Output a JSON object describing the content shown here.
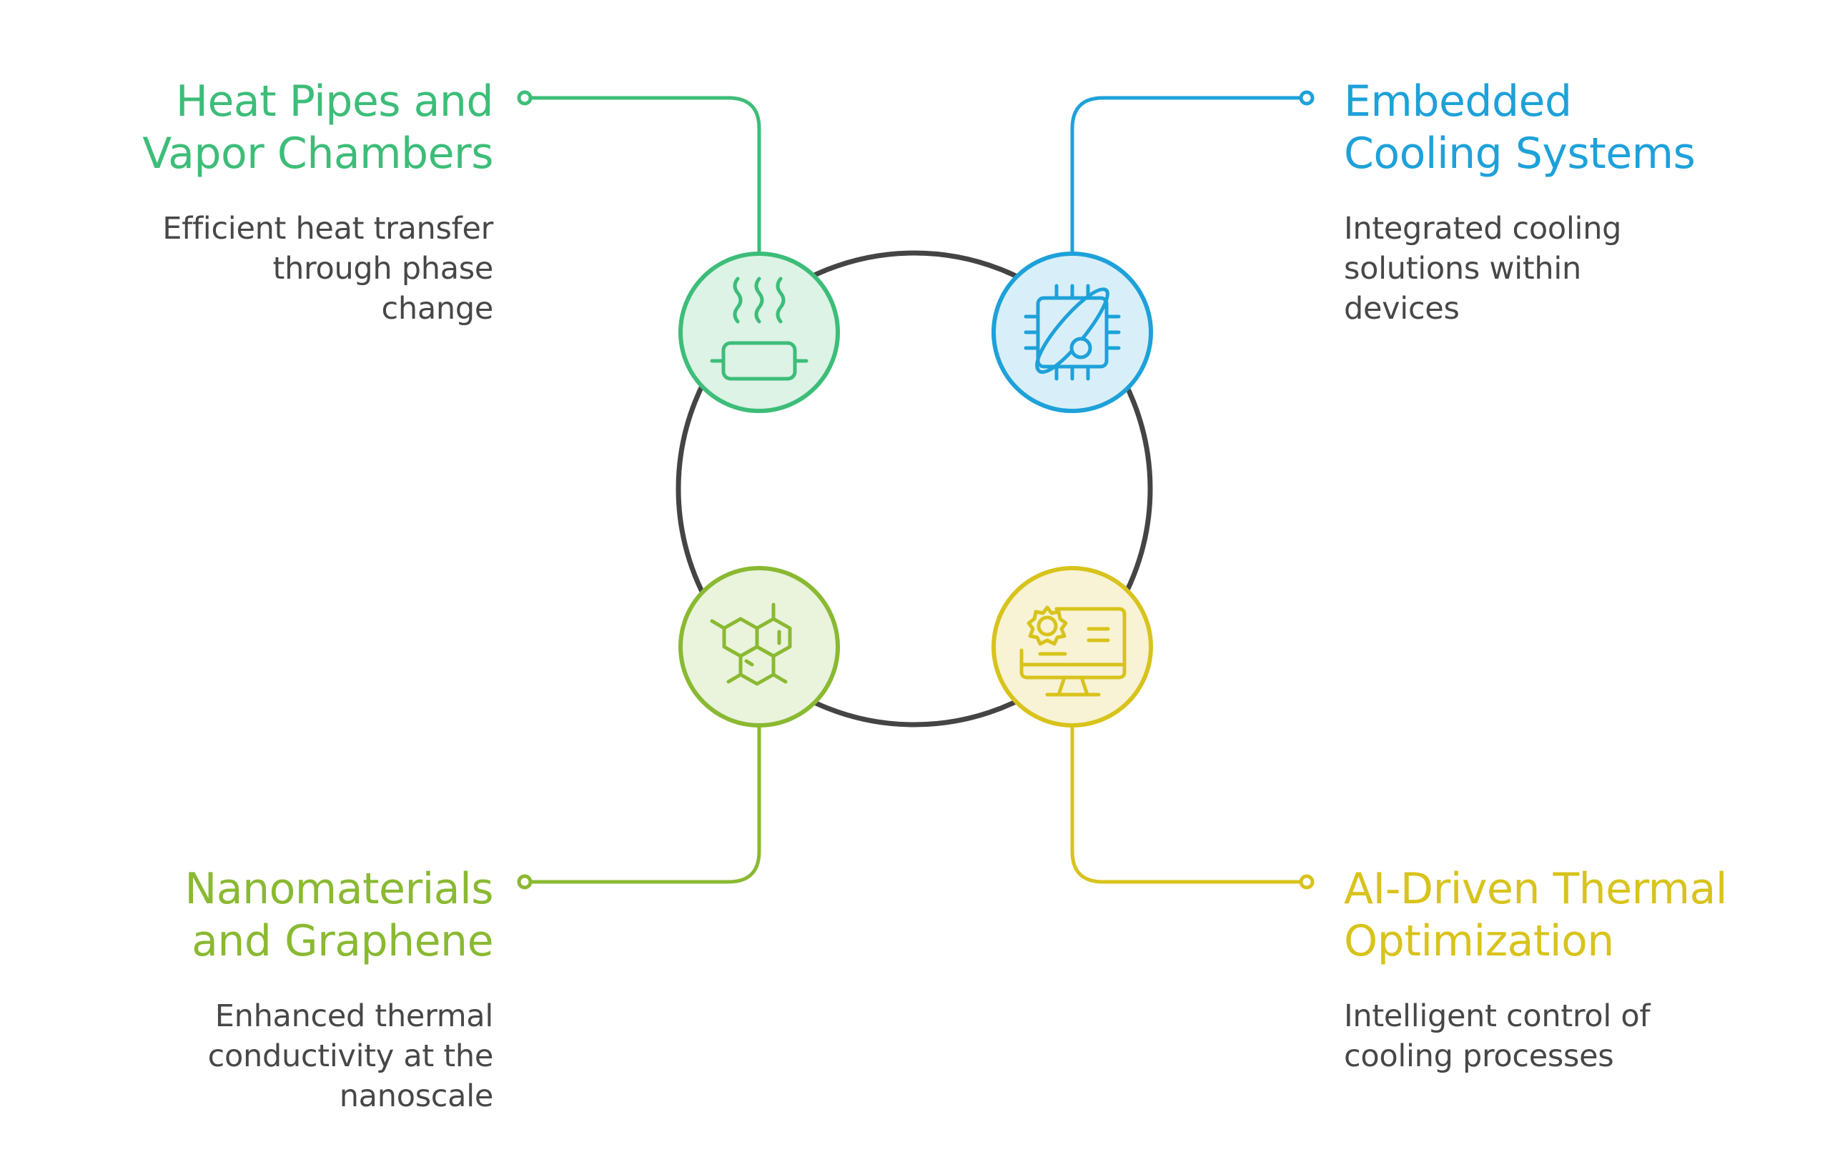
{
  "diagram": {
    "center_ring_color": "#444444",
    "nodes": [
      {
        "id": "heat-pipes",
        "title_lines": [
          "Heat Pipes and",
          "Vapor Chambers"
        ],
        "description_lines": [
          "Efficient heat transfer",
          "through phase",
          "change"
        ],
        "color": "#3dbd78",
        "fill": "#dcf3e6",
        "icon": "heat-pipe-icon"
      },
      {
        "id": "embedded-cooling",
        "title_lines": [
          "Embedded",
          "Cooling Systems"
        ],
        "description_lines": [
          "Integrated cooling",
          "solutions within",
          "devices"
        ],
        "color": "#1ea1d9",
        "fill": "#d8eff9",
        "icon": "chip-orbit-icon"
      },
      {
        "id": "nanomaterials",
        "title_lines": [
          "Nanomaterials",
          "and Graphene"
        ],
        "description_lines": [
          "Enhanced thermal",
          "conductivity at the",
          "nanoscale"
        ],
        "color": "#8ab932",
        "fill": "#eaf3dc",
        "icon": "graphene-icon"
      },
      {
        "id": "ai-optimization",
        "title_lines": [
          "AI-Driven Thermal",
          "Optimization"
        ],
        "description_lines": [
          "Intelligent control of",
          "cooling processes"
        ],
        "color": "#d8c31c",
        "fill": "#f8f3d4",
        "icon": "monitor-gear-icon"
      }
    ]
  }
}
